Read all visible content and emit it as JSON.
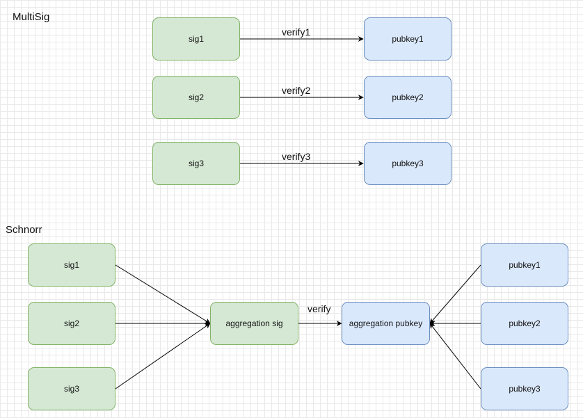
{
  "multisig": {
    "title": "MultiSig",
    "sigs": [
      "sig1",
      "sig2",
      "sig3"
    ],
    "pubkeys": [
      "pubkey1",
      "pubkey2",
      "pubkey3"
    ],
    "edge_labels": [
      "verify1",
      "verify2",
      "verify3"
    ]
  },
  "schnorr": {
    "title": "Schnorr",
    "sigs": [
      "sig1",
      "sig2",
      "sig3"
    ],
    "aggregation_sig": "aggregation sig",
    "verify_label": "verify",
    "aggregation_pubkey": "aggregation pubkey",
    "pubkeys": [
      "pubkey1",
      "pubkey2",
      "pubkey3"
    ]
  },
  "colors": {
    "green_fill": "#d5e8d4",
    "green_stroke": "#82b366",
    "blue_fill": "#dae8fc",
    "blue_stroke": "#6c8ebf",
    "edge": "#000000"
  }
}
